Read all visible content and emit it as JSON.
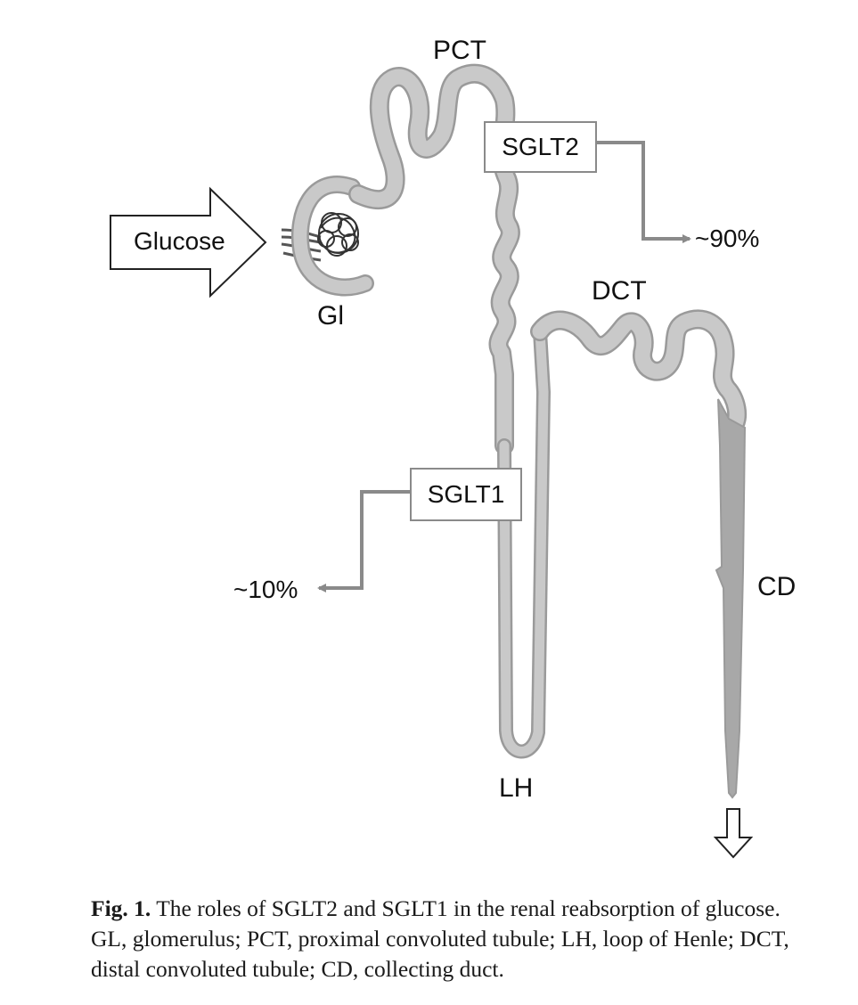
{
  "labels": {
    "pct": "PCT",
    "gl": "Gl",
    "dct": "DCT",
    "lh": "LH",
    "cd": "CD",
    "glucose": "Glucose",
    "sglt2": "SGLT2",
    "sglt1": "SGLT1",
    "pct_share": "~90%",
    "lh_share": "~10%"
  },
  "caption": {
    "figure_label": "Fig. 1.",
    "text": "The roles of SGLT2 and SGLT1 in the renal reabsorption of glucose. GL, glomerulus; PCT, proximal convoluted tubule; LH, loop of Henle; DCT, distal convoluted tubule; CD, collecting duct."
  },
  "colors": {
    "tubule_fill": "#c9c9c9",
    "tubule_outline": "#9a9a9a",
    "arrow": "#8a8a8a",
    "collecting_duct": "#a8a8a8"
  }
}
